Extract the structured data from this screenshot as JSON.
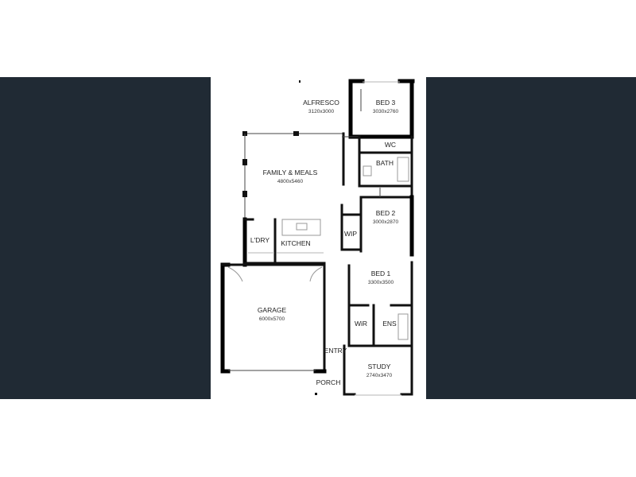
{
  "colors": {
    "band": "#202a34",
    "paper": "#ffffff",
    "wall": "#111111"
  },
  "rooms": {
    "alfresco": {
      "name": "ALFRESCO",
      "size": "3120x3000"
    },
    "bed3": {
      "name": "BED 3",
      "size": "3030x2760"
    },
    "wc": {
      "name": "WC"
    },
    "bath": {
      "name": "BATH"
    },
    "family": {
      "name": "FAMILY & MEALS",
      "size": "4800x5460"
    },
    "bed2": {
      "name": "BED 2",
      "size": "3000x2870"
    },
    "wip": {
      "name": "WIP"
    },
    "laundry": {
      "name": "L'DRY"
    },
    "kitchen": {
      "name": "KITCHEN"
    },
    "bed1": {
      "name": "BED 1",
      "size": "3300x3500"
    },
    "garage": {
      "name": "GARAGE",
      "size": "6000x5700"
    },
    "wir": {
      "name": "WiR"
    },
    "ens": {
      "name": "ENS"
    },
    "entry": {
      "name": "ENTRY"
    },
    "study": {
      "name": "STUDY",
      "size": "2740x3470"
    },
    "porch": {
      "name": "PORCH"
    }
  }
}
